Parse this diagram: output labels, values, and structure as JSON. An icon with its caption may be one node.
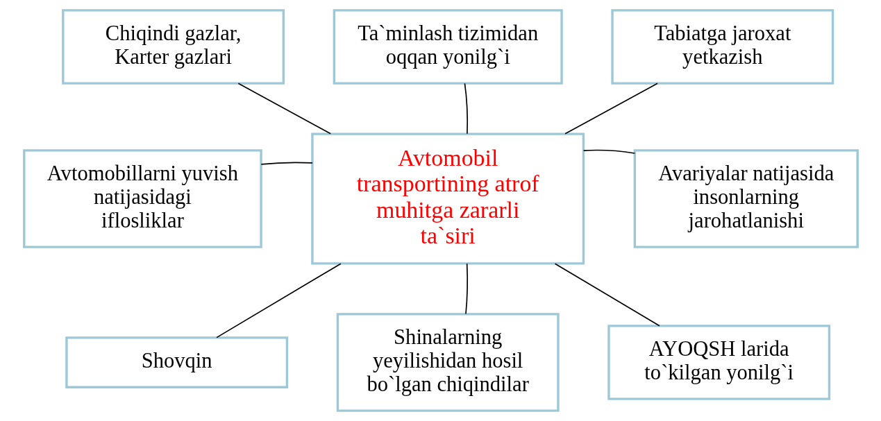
{
  "diagram": {
    "nodes": [
      {
        "text": [
          "Ta`minlash tizimidan oqqan yonilg`i"
        ]
      },
      {
        "text": [
          "Chiqindi gazlar, Karter gazlari"
        ]
      },
      {
        "text": [
          "Tabiatga jaroxat yetkazish"
        ]
      },
      {
        "text": [
          "Avtomobil transportining atrof muhitga zararli ta`siri"
        ]
      },
      {
        "text": [
          "Avtomobillarni yuvish natijasidagi iflosliklar"
        ]
      },
      {
        "text": [
          "Avariyalar natijasida insonlarning jarohatlanishi"
        ]
      },
      {
        "text": [
          "Shovqin"
        ]
      },
      {
        "text": [
          "AYOQSH larida to`kilgan yonilg`i"
        ]
      },
      {
        "text": [
          "Shinalarning yeyilishidan hosil bo`lgan chiqindilar"
        ]
      }
    ],
    "edges": [
      {
        "from": 3,
        "to": 0,
        "arrow": "none"
      },
      {
        "from": 3,
        "to": 1,
        "arrow": "none"
      },
      {
        "from": 3,
        "to": 2,
        "arrow": "none"
      },
      {
        "from": 3,
        "to": 4,
        "arrow": "none"
      },
      {
        "from": 3,
        "to": 5,
        "arrow": "none"
      },
      {
        "from": 3,
        "to": 6,
        "arrow": "none"
      },
      {
        "from": 3,
        "to": 7,
        "arrow": "none"
      },
      {
        "from": 3,
        "to": 8,
        "arrow": "none"
      }
    ]
  }
}
